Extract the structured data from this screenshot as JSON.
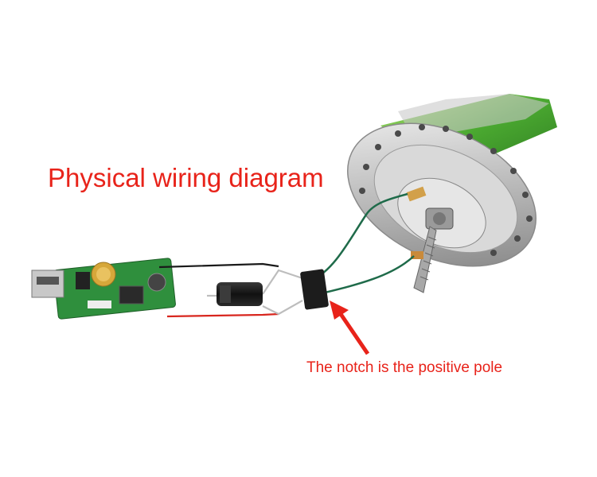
{
  "title": "Physical wiring diagram",
  "annotation": "The notch is the positive pole",
  "colors": {
    "annotation_red": "#e8231a",
    "pcb_green": "#2f8f3d",
    "hub_green": "#5fbf3a",
    "wire_red": "#d8261e",
    "wire_black": "#1a1a1a",
    "wire_green": "#1f6b4a"
  },
  "components": {
    "usb_board": "usb-step-down-board",
    "capacitor": "electrolytic-capacitor",
    "rectifier": "bridge-rectifier",
    "hub": "hub-dynamo",
    "arrow": "pointer-arrow"
  }
}
